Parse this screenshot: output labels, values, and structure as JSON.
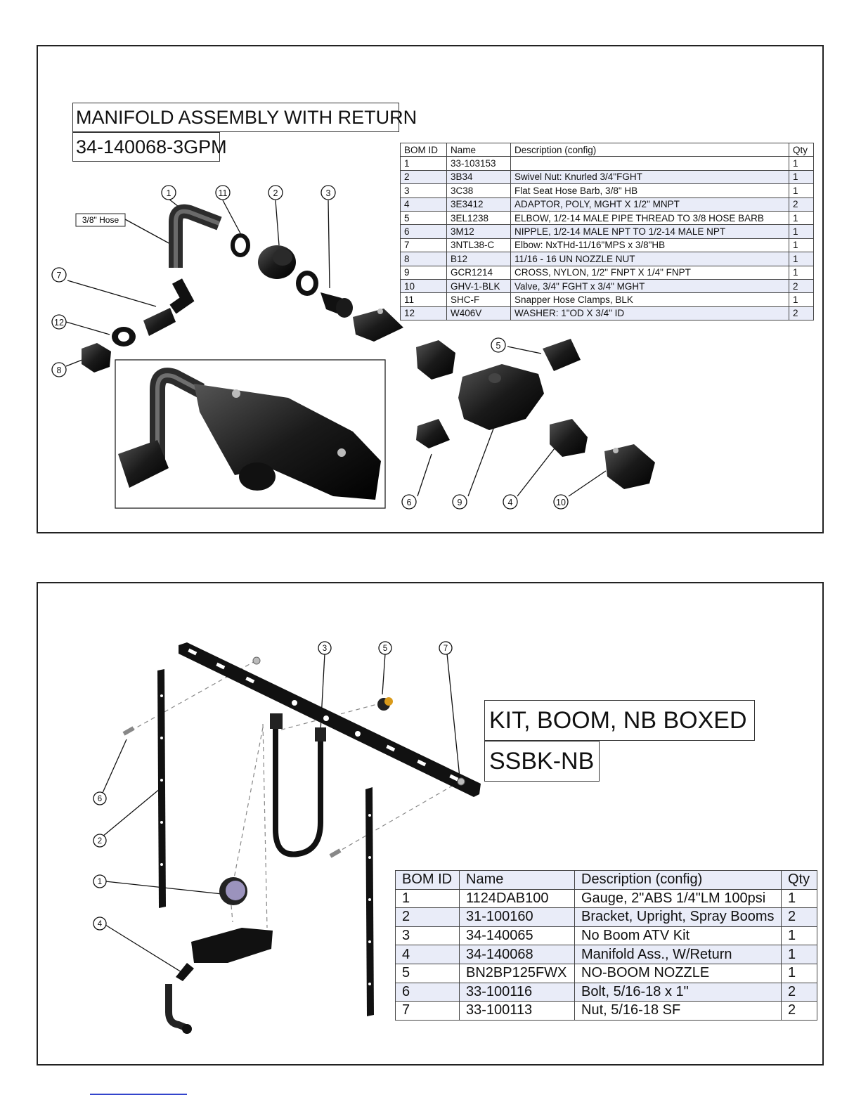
{
  "assembly1": {
    "title": "MANIFOLD ASSEMBLY WITH RETURN",
    "part_number": "34-140068-3GPM",
    "hose_label": "3/8\" Hose",
    "callouts": [
      "1",
      "11",
      "2",
      "3",
      "7",
      "12",
      "8",
      "5",
      "6",
      "9",
      "4",
      "10"
    ],
    "bom": {
      "headers": [
        "BOM ID",
        "Name",
        "Description (config)",
        "Qty"
      ],
      "rows": [
        [
          "1",
          "33-103153",
          "",
          "1"
        ],
        [
          "2",
          "3B34",
          "Swivel Nut: Knurled 3/4\"FGHT",
          "1"
        ],
        [
          "3",
          "3C38",
          "Flat Seat Hose Barb, 3/8\" HB",
          "1"
        ],
        [
          "4",
          "3E3412",
          "ADAPTOR, POLY, MGHT X 1/2\" MNPT",
          "2"
        ],
        [
          "5",
          "3EL1238",
          "ELBOW, 1/2-14 MALE PIPE THREAD TO 3/8 HOSE BARB",
          "1"
        ],
        [
          "6",
          "3M12",
          "NIPPLE, 1/2-14 MALE NPT TO 1/2-14 MALE NPT",
          "1"
        ],
        [
          "7",
          "3NTL38-C",
          "Elbow: NxTHd-11/16\"MPS x 3/8\"HB",
          "1"
        ],
        [
          "8",
          "B12",
          "11/16 - 16 UN NOZZLE NUT",
          "1"
        ],
        [
          "9",
          "GCR1214",
          "CROSS, NYLON, 1/2\" FNPT X 1/4\" FNPT",
          "1"
        ],
        [
          "10",
          "GHV-1-BLK",
          "Valve, 3/4\" FGHT x 3/4\" MGHT",
          "2"
        ],
        [
          "11",
          "SHC-F",
          "Snapper Hose Clamps, BLK",
          "1"
        ],
        [
          "12",
          "W406V",
          "WASHER: 1\"OD X 3/4\" ID",
          "2"
        ]
      ]
    }
  },
  "assembly2": {
    "title": "KIT, BOOM, NB BOXED",
    "part_number": "SSBK-NB",
    "callouts": [
      "3",
      "5",
      "7",
      "6",
      "2",
      "1",
      "4"
    ],
    "bom": {
      "headers": [
        "BOM ID",
        "Name",
        "Description (config)",
        "Qty"
      ],
      "rows": [
        [
          "1",
          "1124DAB100",
          "Gauge, 2\"ABS 1/4\"LM 100psi",
          "1"
        ],
        [
          "2",
          "31-100160",
          "Bracket, Upright, Spray Booms",
          "2"
        ],
        [
          "3",
          "34-140065",
          "No Boom ATV Kit",
          "1"
        ],
        [
          "4",
          "34-140068",
          "Manifold Ass., W/Return",
          "1"
        ],
        [
          "5",
          "BN2BP125FWX",
          "NO-BOOM NOZZLE",
          "1"
        ],
        [
          "6",
          "33-100116",
          "Bolt, 5/16-18 x 1\"",
          "2"
        ],
        [
          "7",
          "33-100113",
          "Nut, 5/16-18 SF",
          "2"
        ]
      ]
    }
  }
}
